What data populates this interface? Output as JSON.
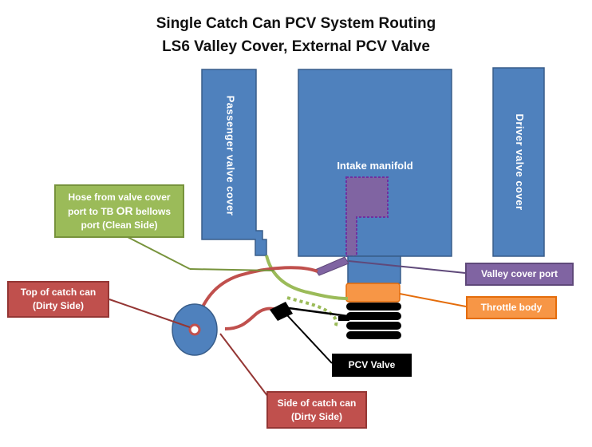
{
  "title": {
    "line1": "Single Catch Can PCV System Routing",
    "line2": "LS6 Valley Cover, External PCV Valve"
  },
  "components": {
    "passenger_valve_cover": "Passenger  valve  cover",
    "driver_valve_cover": "Driver  valve  cover",
    "intake_manifold": "Intake manifold"
  },
  "callouts": {
    "hose_line1": "Hose from valve cover",
    "hose_line2_pre": "port to TB ",
    "hose_line2_or": "OR",
    "hose_line2_post": " bellows",
    "hose_line3": "port (Clean Side)",
    "top_catch_can_line1": "Top of catch can",
    "top_catch_can_line2": "(Dirty Side)",
    "side_catch_can_line1": "Side of catch can",
    "side_catch_can_line2": "(Dirty Side)",
    "valley_cover_port": "Valley cover port",
    "throttle_body": "Throttle body",
    "pcv_valve": "PCV Valve"
  },
  "colors": {
    "component_blue": "#4f81bd",
    "component_border": "#385d8a",
    "hose_green": "#9bbb59",
    "hose_red": "#c0504d",
    "valley_purple": "#8064a2",
    "throttle_orange": "#f79646",
    "pcv_black": "#000000"
  }
}
